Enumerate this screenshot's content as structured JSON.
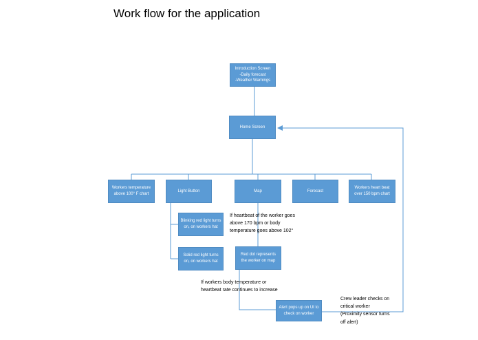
{
  "title": "Work flow for the application",
  "nodes": {
    "intro": {
      "lines": [
        "Introduction Screen",
        "-Daily forecast",
        "-Weather Warnings"
      ]
    },
    "home": {
      "lines": [
        "Home Screen"
      ]
    },
    "temp_chart": {
      "lines": [
        "Workers temperature",
        "above 100° F chart"
      ]
    },
    "light_button": {
      "lines": [
        "Light Button"
      ]
    },
    "map": {
      "lines": [
        "Map"
      ]
    },
    "forecast": {
      "lines": [
        "Forecast"
      ]
    },
    "heart_chart": {
      "lines": [
        "Workers heart beat",
        "over 150 bpm chart"
      ]
    },
    "blinking": {
      "lines": [
        "Blinking red light turns",
        "on, on workers hat"
      ]
    },
    "solid": {
      "lines": [
        "Solid red light turns",
        "on, on workers hat"
      ]
    },
    "red_dot": {
      "lines": [
        "Red dot represents",
        "the worker on map"
      ]
    },
    "alert": {
      "lines": [
        "Alert pops up on UI to",
        "check on worker"
      ]
    }
  },
  "notes": {
    "heartbeat": {
      "lines": [
        "If heartbeat of the worker goes",
        "above 170 bpm or body",
        "temperature goes above 102°"
      ]
    },
    "continues": {
      "lines": [
        "If workers body temperature or",
        "heartbeat rate continues to increase"
      ]
    },
    "crew": {
      "lines": [
        "Crew leader checks on",
        "critical worker",
        "(Proximity sensor turns",
        "off alert)"
      ]
    }
  }
}
